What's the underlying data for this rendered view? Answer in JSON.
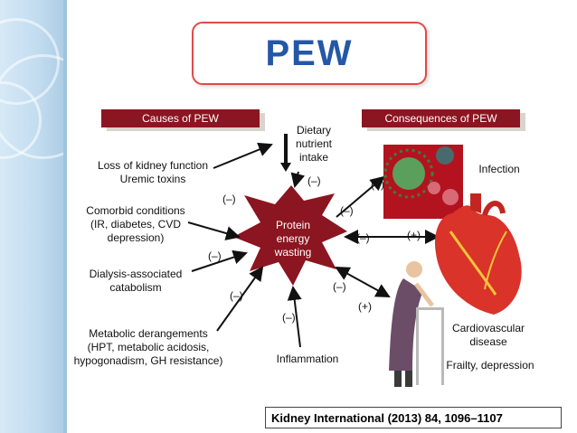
{
  "title": "PEW",
  "causes_header": "Causes of PEW",
  "consequences_header": "Consequences of PEW",
  "center_label": "Protein energy wasting",
  "center_lines": [
    "Protein",
    "energy",
    "wasting"
  ],
  "causes": {
    "kidney": [
      "Loss of kidney function",
      "Uremic toxins"
    ],
    "comorbid": [
      "Comorbid conditions",
      "(IR, diabetes, CVD",
      "depression)"
    ],
    "dialysis": [
      "Dialysis-associated",
      "catabolism"
    ],
    "metabolic": [
      "Metabolic derangements",
      "(HPT, metabolic acidosis,",
      "hypogonadism, GH resistance)"
    ],
    "dietary": [
      "Dietary",
      "nutrient",
      "intake"
    ],
    "inflammation": "Inflammation"
  },
  "consequences": {
    "infection": "Infection",
    "cardio": [
      "Cardiovascular",
      "disease"
    ],
    "frailty": "Frailty, depression"
  },
  "signs": {
    "minus": "(–)",
    "plus": "(+)"
  },
  "citation": "Kidney International (2013) 84, 1096–1107",
  "colors": {
    "banner": "#8b1520",
    "title_text": "#2457a6",
    "title_border": "#e04a4a",
    "star": "#8b1520",
    "heart": "#d9332a"
  }
}
